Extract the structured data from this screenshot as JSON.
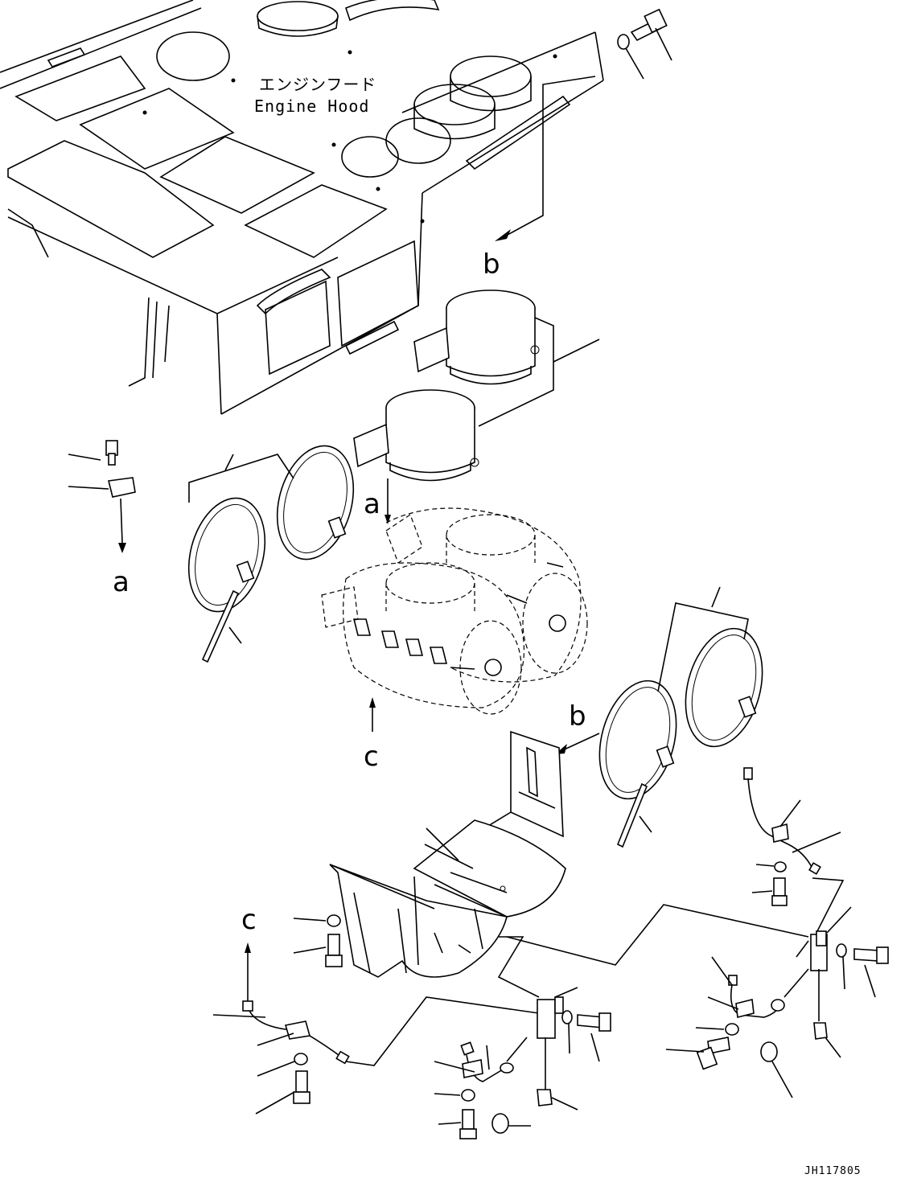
{
  "hood_label": {
    "jp": "エンジンフード",
    "en": "Engine Hood"
  },
  "callouts": {
    "b_top": "b",
    "a_under_sensor": "a",
    "a_cleaner": "a",
    "c_cleaner": "c",
    "b_bracket": "b",
    "c_bottom": "c"
  },
  "drawing_code": "JH117805",
  "colors": {
    "line": "#000000",
    "background": "#ffffff"
  }
}
